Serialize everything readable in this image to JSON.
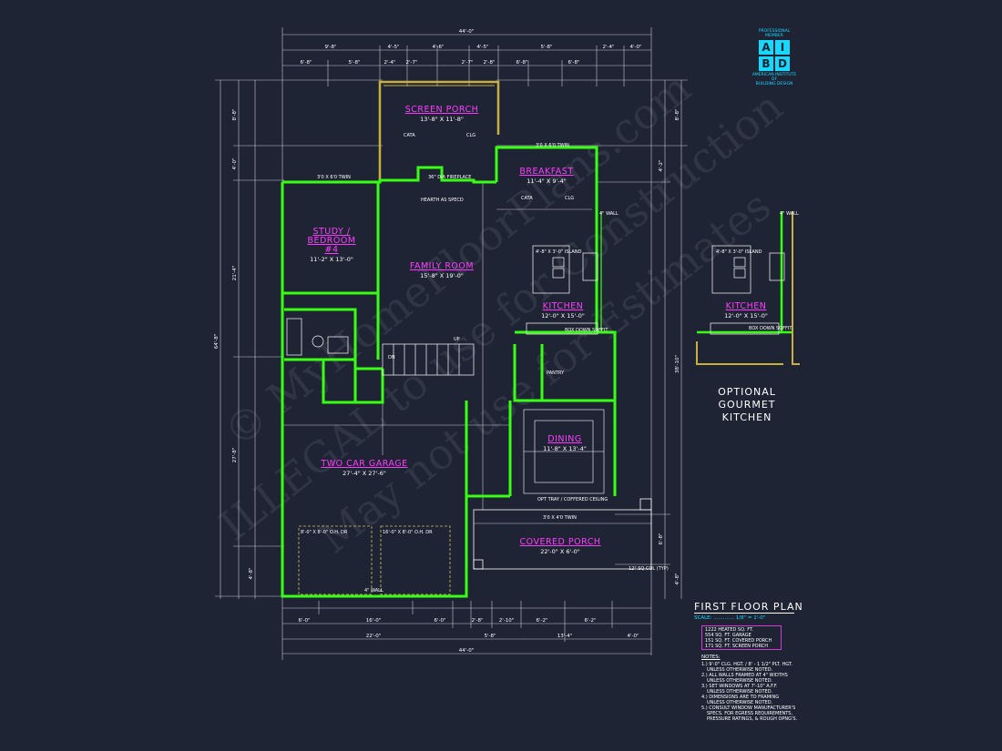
{
  "rooms": {
    "screen_porch": {
      "name": "SCREEN PORCH",
      "dims": "13'-8\" X 11'-8\""
    },
    "breakfast": {
      "name": "BREAKFAST",
      "dims": "11'-4\" X 9'-4\""
    },
    "study": {
      "name": "STUDY / BEDROOM #4",
      "dims": "11'-2\" X 13'-0\""
    },
    "family": {
      "name": "FAMILY ROOM",
      "dims": "15'-8\" X 19'-0\""
    },
    "kitchen": {
      "name": "KITCHEN",
      "dims": "12'-0\" X 15'-0\""
    },
    "garage": {
      "name": "TWO CAR GARAGE",
      "dims": "27'-4\" X 27'-6\""
    },
    "dining": {
      "name": "DINING",
      "dims": "11'-8\" X 13'-4\""
    },
    "covered_porch": {
      "name": "COVERED PORCH",
      "dims": "22'-0\" X 6'-0\""
    },
    "opt_kitchen": {
      "name": "KITCHEN",
      "dims": "12'-0\" X 15'-0\""
    }
  },
  "labels": {
    "fireplace": "36\" DIA FIREPLACE",
    "hearth": "HEARTH AS SPECD",
    "island": "4'-8\" X 3'-0\" ISLAND",
    "opt_island": "4'-8\" X 3'-0\" ISLAND",
    "pantry": "PANTRY",
    "dn": "DN",
    "up": "UP",
    "oh_door_left": "8'-0\" X 8'-0\" O.H. DR",
    "oh_door_right": "16'-0\" X 8'-0\" O.H. DR",
    "tray_ceiling": "OPT TRAY / COFFERED CEILING",
    "window_top": "3'0 X 6'0 TWIN",
    "window_porch": "3'0 X 4'0 TWIN",
    "col_typ": "12\" SQ COL (TYP)",
    "box_down": "BOX DOWN SOFFIT",
    "cata": "CATA",
    "clg": "CLG",
    "wall_4": "4\" WALL"
  },
  "dims_top_total": "44'-0\"",
  "dims_top_row2": [
    "9'-8\"",
    "4'-5\"",
    "4'-6\"",
    "4'-5\"",
    "5'-8\"",
    "2'-4\"",
    "4'-0\""
  ],
  "dims_top_row3": [
    "6'-8\"",
    "5'-8\"",
    "2'-4\"",
    "2'-7\"",
    "2'-7\"",
    "2'-8\"",
    "6'-8\"",
    "6'-8\""
  ],
  "dims_bottom_row1": [
    "6'-0\"",
    "16'-0\"",
    "6'-0\"",
    "2'-8\"",
    "2'-10\"",
    "6'-2\"",
    "6'-2\""
  ],
  "dims_bottom_row2": [
    "22'-0\"",
    "5'-8\"",
    "13'-4\"",
    "4'-0\""
  ],
  "dims_bottom_total": "44'-0\"",
  "dims_left": [
    "8'-8\"",
    "4'-0\"",
    "21'-4\"",
    "64'-8\"",
    "27'-8\"",
    "4'-8\""
  ],
  "dims_right": [
    "8'-8\"",
    "4'-2\"",
    "38'-10\"",
    "6'-8\"",
    "4'-8\""
  ],
  "logo": {
    "top_line1": "PROFESSIONAL",
    "top_line2": "MEMBER",
    "letters": [
      "A",
      "I",
      "B",
      "D"
    ],
    "bottom_line1": "AMERICAN INSTITUTE",
    "bottom_line2": "OF",
    "bottom_line3": "BUILDING DESIGN"
  },
  "optional_title_line1": "OPTIONAL",
  "optional_title_line2": "GOURMET KITCHEN",
  "plan_title": "FIRST FLOOR PLAN",
  "scale": "SCALE: ............. 1/8\" = 1'-0\"",
  "sqft": [
    "1222 HEATED SQ. FT.",
    "554 SQ. FT. GARAGE",
    "151 SQ. FT. COVERED PORCH",
    "171 SQ. FT. SCREEN PORCH"
  ],
  "notes_header": "NOTES:",
  "notes": [
    "1.) 9'-0\" CLG. HGT. / 8' - 1 1/2\" PLT. HGT.",
    "UNLESS OTHERWISE NOTED.",
    "2.) ALL WALLS FRAMED AT 4\" WIDTHS",
    "UNLESS OTHERWISE NOTED.",
    "3.) SET WINDOWS AT 7'-10\" A.F.F.",
    "UNLESS OTHERWISE NOTED.",
    "4.) DIMENSIONS ARE TO FRAMING",
    "UNLESS OTHERWISE NOTED.",
    "5.) CONSULT WINDOW MANUFACTURER'S",
    "SPECS. FOR EGRESS REQUIREMENTS,",
    "PRESSURE RATINGS, & ROUGH OPNG'S."
  ],
  "watermark_lines": [
    "© MyHomeFloorPlans.com",
    "ILLEGAL to use for Construction",
    "May not use for Estimates"
  ],
  "colors": {
    "background": "#1f2435",
    "wall": "#39ff14",
    "room_name": "#ff3cff",
    "dims": "#ffffff",
    "logo": "#18d8ff",
    "porch": "#c8b040"
  }
}
